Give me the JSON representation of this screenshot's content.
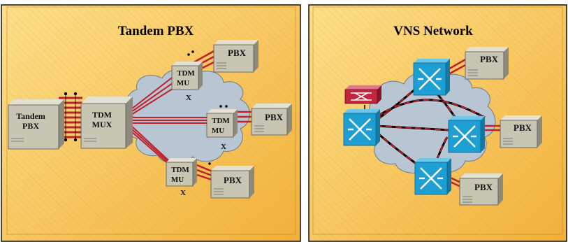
{
  "colors": {
    "panel_light": "#fde08a",
    "panel_dark": "#f2b03a",
    "box_front": "#c9c5b3",
    "box_top": "#e4e1d2",
    "box_side": "#8d8a7b",
    "cloud": "#b8c5d3",
    "switch_blue": "#1e9fd4",
    "router_red": "#c2253e",
    "trunk_red": "#c0202a"
  },
  "left_panel": {
    "title": "Tandem PBX",
    "tandem_pbx": {
      "line1": "Tandem",
      "line2": "PBX"
    },
    "tdm_mux": {
      "line1": "TDM",
      "line2": "MUX"
    },
    "remote_muxes": [
      {
        "line1": "TDM",
        "line2": "MU",
        "mark": "X"
      },
      {
        "line1": "TDM",
        "line2": "MU",
        "mark": "X"
      },
      {
        "line1": "TDM",
        "line2": "MU",
        "mark": "X"
      }
    ],
    "pbx_labels": [
      "PBX",
      "PBX",
      "PBX"
    ]
  },
  "right_panel": {
    "title": "VNS Network",
    "router_icon": "router-icon",
    "switch_icon": "atm-switch-icon",
    "pbx_labels": [
      "PBX",
      "PBX",
      "PBX"
    ]
  }
}
